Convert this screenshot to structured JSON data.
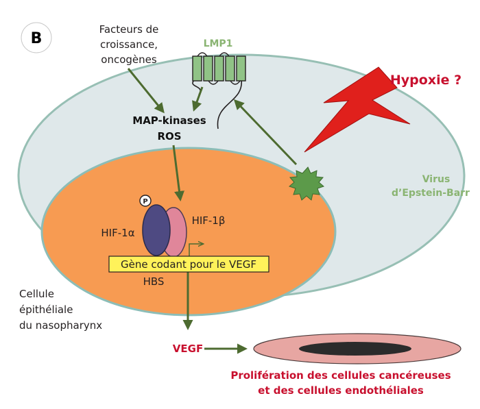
{
  "panel_label": "B",
  "labels": {
    "growth_factors": [
      "Facteurs de",
      "croissance,",
      "oncogènes"
    ],
    "lmp1": "LMP1",
    "hypoxia": "Hypoxie ?",
    "map_kinases": "MAP-kinases",
    "ros": "ROS",
    "virus": [
      "Virus",
      "d’Epstein-Barr"
    ],
    "phospho": "P",
    "hif1a": "HIF-1α",
    "hif1b": "HIF-1β",
    "gene": "Gène codant pour le VEGF",
    "hbs": "HBS",
    "cell": [
      "Cellule",
      "épithéliale",
      "du nasopharynx"
    ],
    "vegf": "VEGF",
    "proliferation": [
      "Prolifération des cellules cancéreuses",
      "et des cellules endothéliales"
    ]
  },
  "colors": {
    "cell_fill": "#dfe8ea",
    "cell_stroke": "#97bfb4",
    "nucleus_fill": "#f79b52",
    "nucleus_stroke": "#8cbdb7",
    "arrow": "#4d6b30",
    "lmp1_fill": "#90c386",
    "virus_fill": "#5c9a4a",
    "lightning": "#e0201c",
    "hif1a_fill": "#4e4a82",
    "hif1b_fill": "#e0869a",
    "gene_box": "#fff25a",
    "vessel_fill": "#e7a6a2",
    "vessel_lumen": "#2b2b2b",
    "accent_red": "#c8102e"
  }
}
